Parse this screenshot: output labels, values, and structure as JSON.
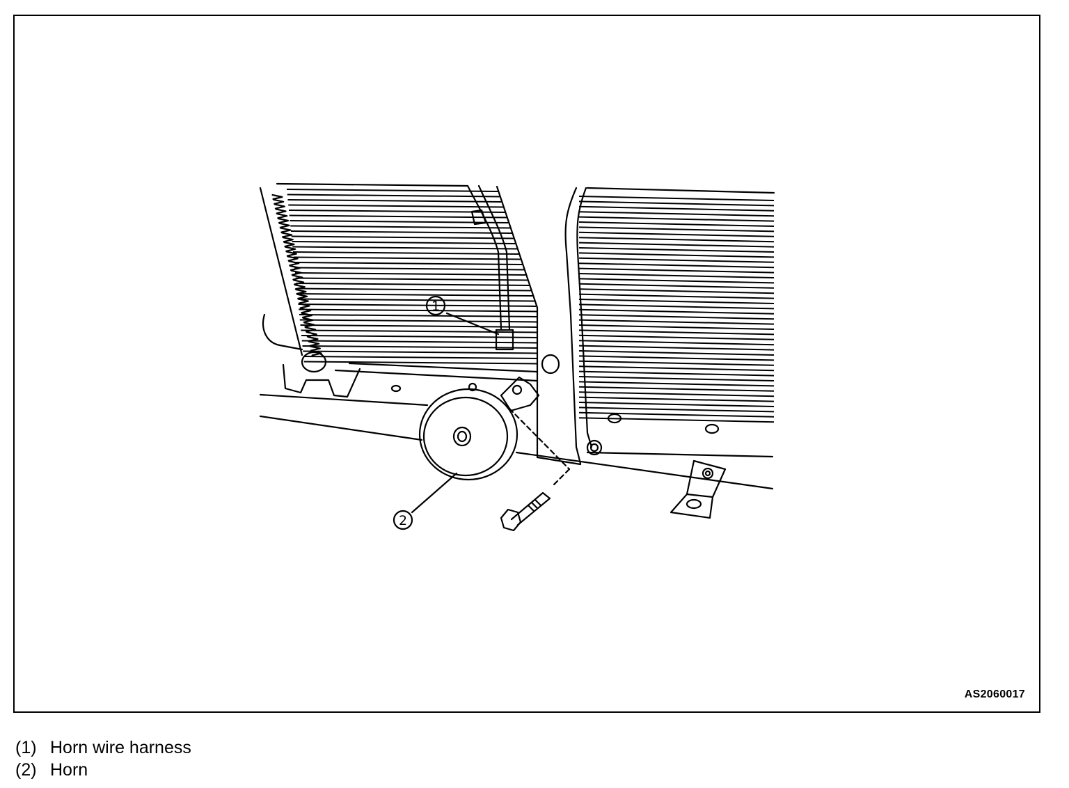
{
  "figure": {
    "figure_id": "AS2060017",
    "callouts": [
      {
        "number": "1",
        "target": "horn-wire-harness"
      },
      {
        "number": "2",
        "target": "horn"
      }
    ]
  },
  "legend": [
    {
      "number": "(1)",
      "label": "Horn wire harness"
    },
    {
      "number": "(2)",
      "label": "Horn"
    }
  ]
}
